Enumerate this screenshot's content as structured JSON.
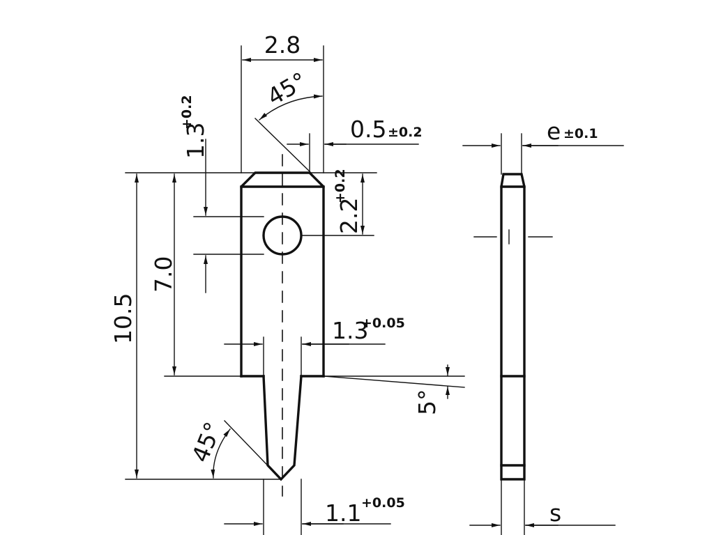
{
  "front_view": {
    "width": "2.8",
    "chamfer_angle": "45°",
    "edge_dim": "0.5",
    "edge_tol": "±0.2",
    "hole_offset": "1.3",
    "hole_offset_tol": "+0.2",
    "hole_dia": "2.2",
    "hole_dia_tol": "+0.2",
    "total_length": "10.5",
    "body_length": "7.0",
    "pin_width": "1.3",
    "pin_width_tol": "+0.05",
    "taper_angle": "5°",
    "tip_angle": "45°",
    "tip_width": "1.1",
    "tip_width_tol": "+0.05"
  },
  "side_view": {
    "thickness_label": "e",
    "thickness_tol": "±0.1",
    "s_label": "s"
  }
}
